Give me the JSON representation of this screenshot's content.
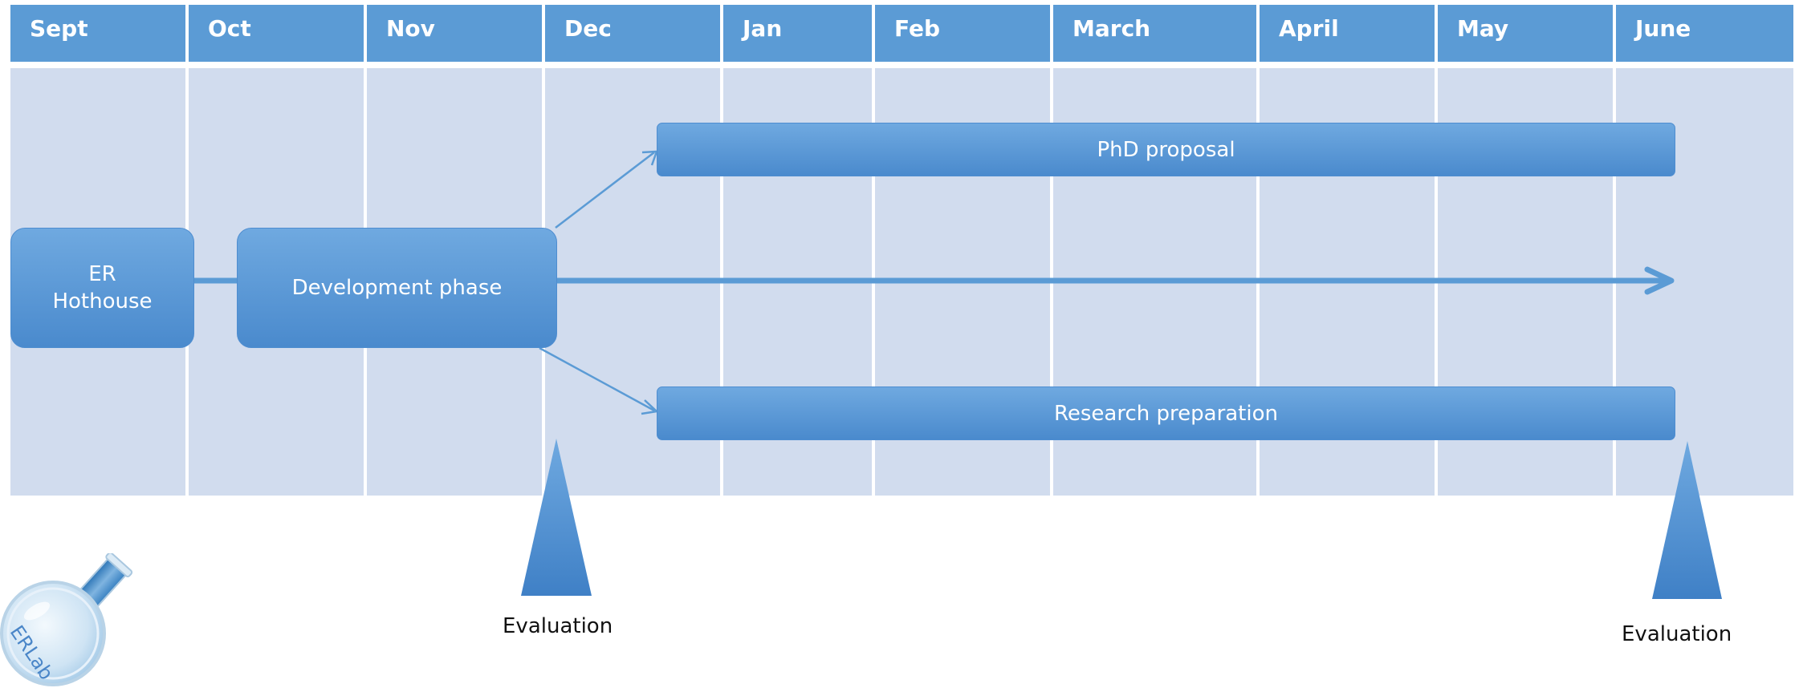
{
  "months": [
    "Sept",
    "Oct",
    "Nov",
    "Dec",
    "Jan",
    "Feb",
    "March",
    "April",
    "May",
    "June"
  ],
  "boxes": {
    "er_hothouse": "ER\nHothouse",
    "development_phase": "Development phase",
    "phd_proposal": "PhD proposal",
    "research_preparation": "Research preparation"
  },
  "milestones": {
    "evaluation_1": "Evaluation",
    "evaluation_2": "Evaluation"
  },
  "logo": {
    "text": "ERLab",
    "icon": "flask-icon"
  },
  "colors": {
    "header": "#5b9bd5",
    "column": "#d1dcee",
    "box": "#5b9bd5",
    "arrow": "#5b9bd5"
  }
}
